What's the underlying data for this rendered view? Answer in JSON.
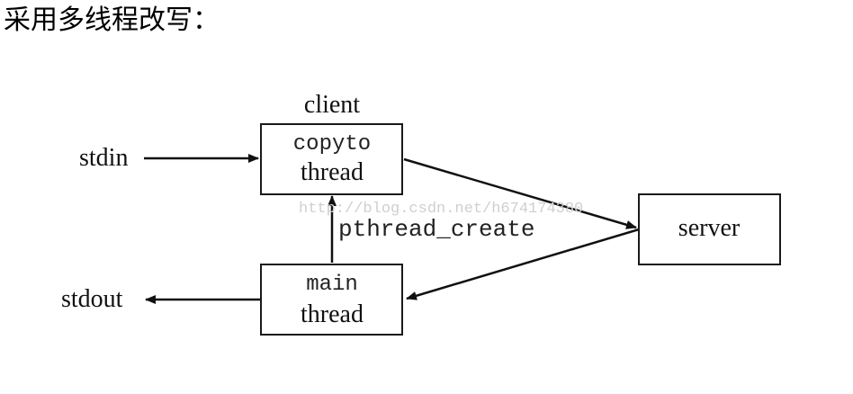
{
  "heading": "采用多线程改写：",
  "diagram": {
    "client_label": "client",
    "nodes": {
      "copyto": {
        "line1": "copyto",
        "line2": "thread"
      },
      "main": {
        "line1": "main",
        "line2": "thread"
      },
      "server": {
        "label": "server"
      },
      "stdin": {
        "label": "stdin"
      },
      "stdout": {
        "label": "stdout"
      }
    },
    "edge_labels": {
      "pthread_create": "pthread_create"
    },
    "edges": [
      {
        "from": "stdin",
        "to": "copyto"
      },
      {
        "from": "copyto",
        "to": "server"
      },
      {
        "from": "server",
        "to": "main"
      },
      {
        "from": "main",
        "to": "copyto",
        "label": "pthread_create"
      },
      {
        "from": "main",
        "to": "stdout"
      }
    ],
    "watermark": "http://blog.csdn.net/h674174380"
  }
}
